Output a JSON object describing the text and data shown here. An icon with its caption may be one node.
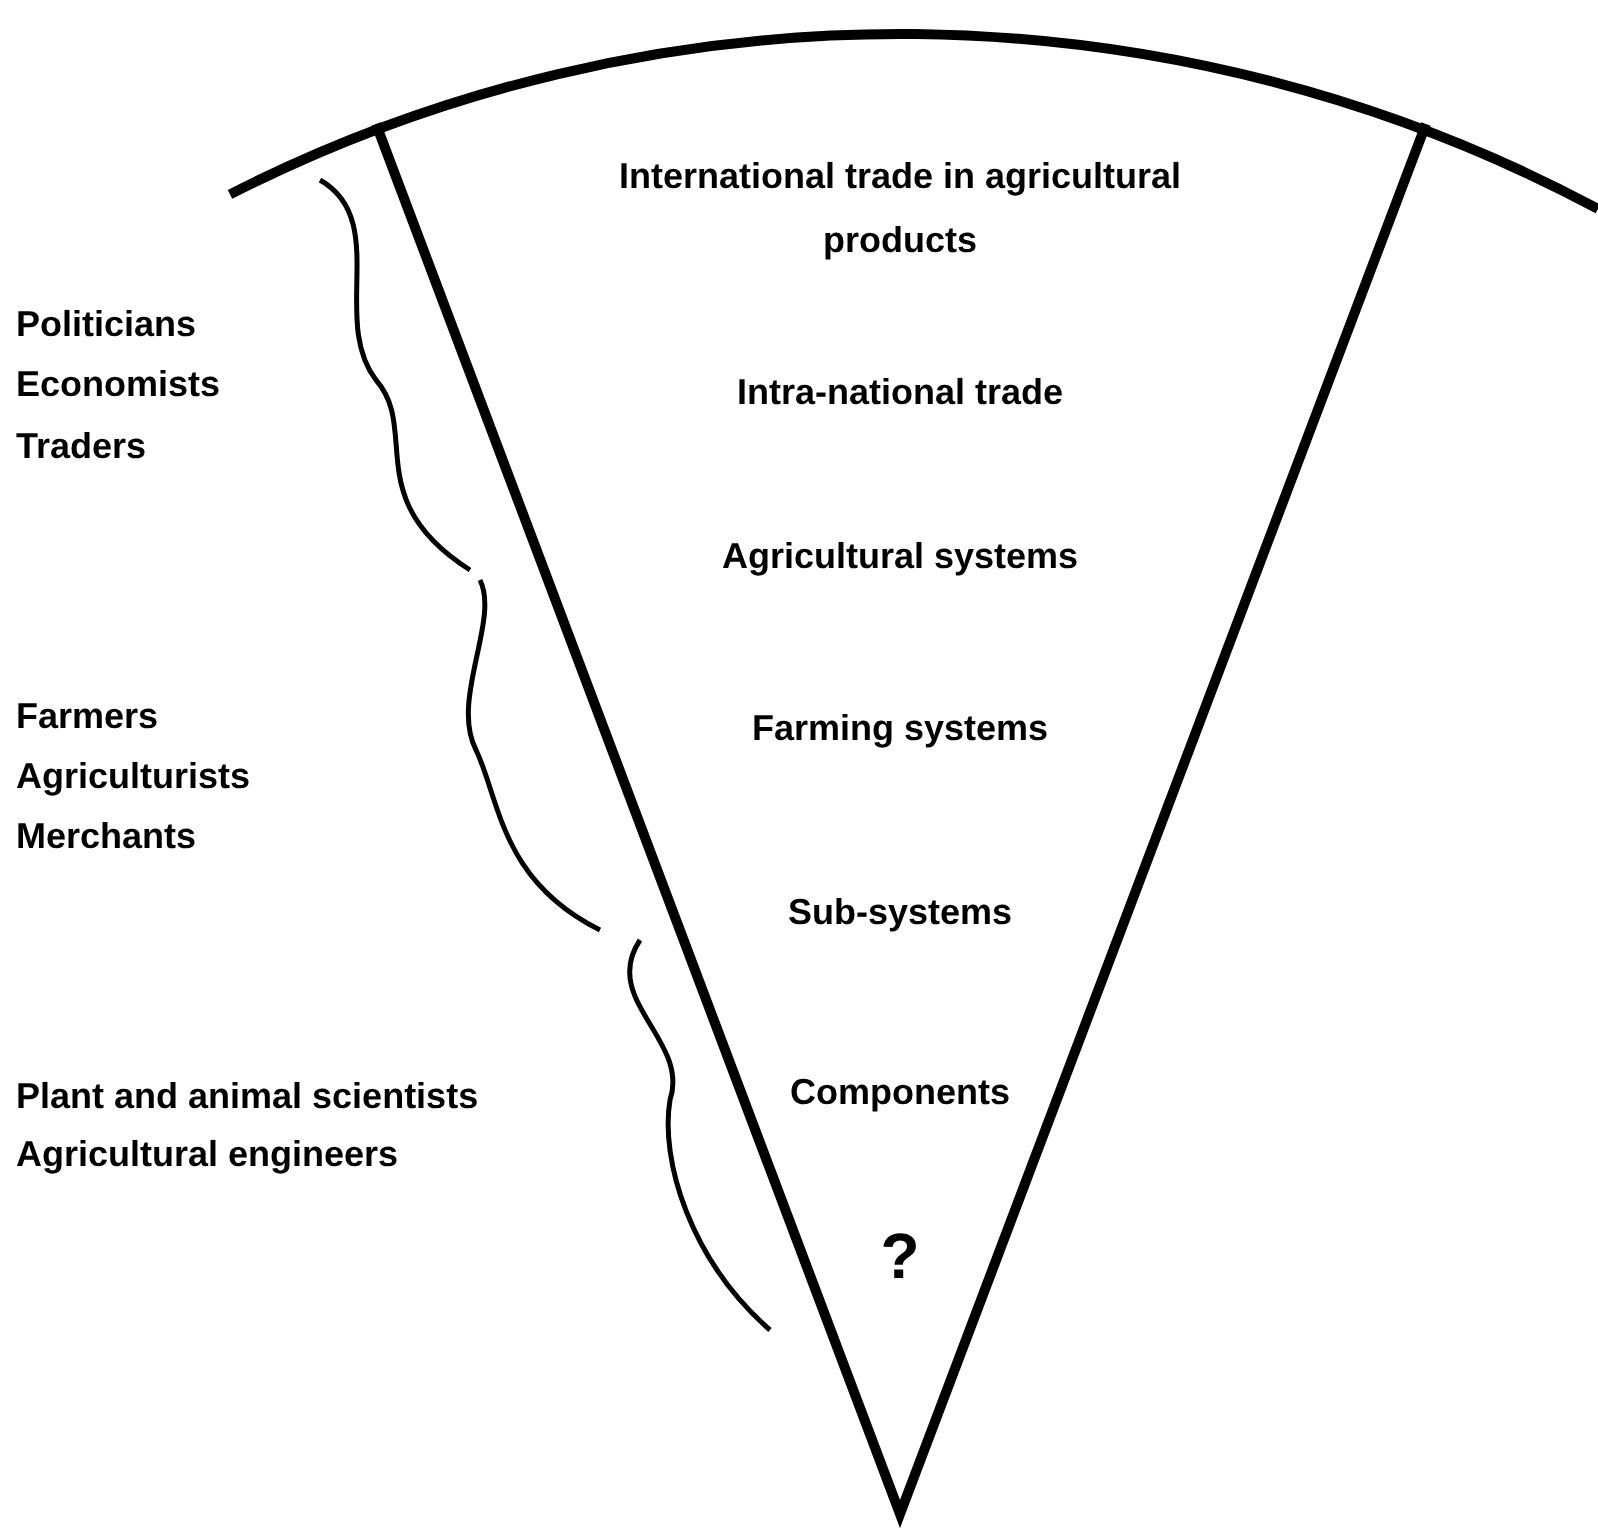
{
  "diagram": {
    "nodes": [
      {
        "text": [
          "International trade in agricultural products",
          "Intra-national trade",
          "Agricultural systems",
          "Farming systems",
          "Sub-systems",
          "Components",
          "?"
        ]
      }
    ],
    "labels": [
      "Politicians",
      "Economists",
      "Traders",
      "Farmers",
      "Agriculturists",
      "Merchants",
      "Plant and animal scientists",
      "Agricultural engineers"
    ]
  }
}
